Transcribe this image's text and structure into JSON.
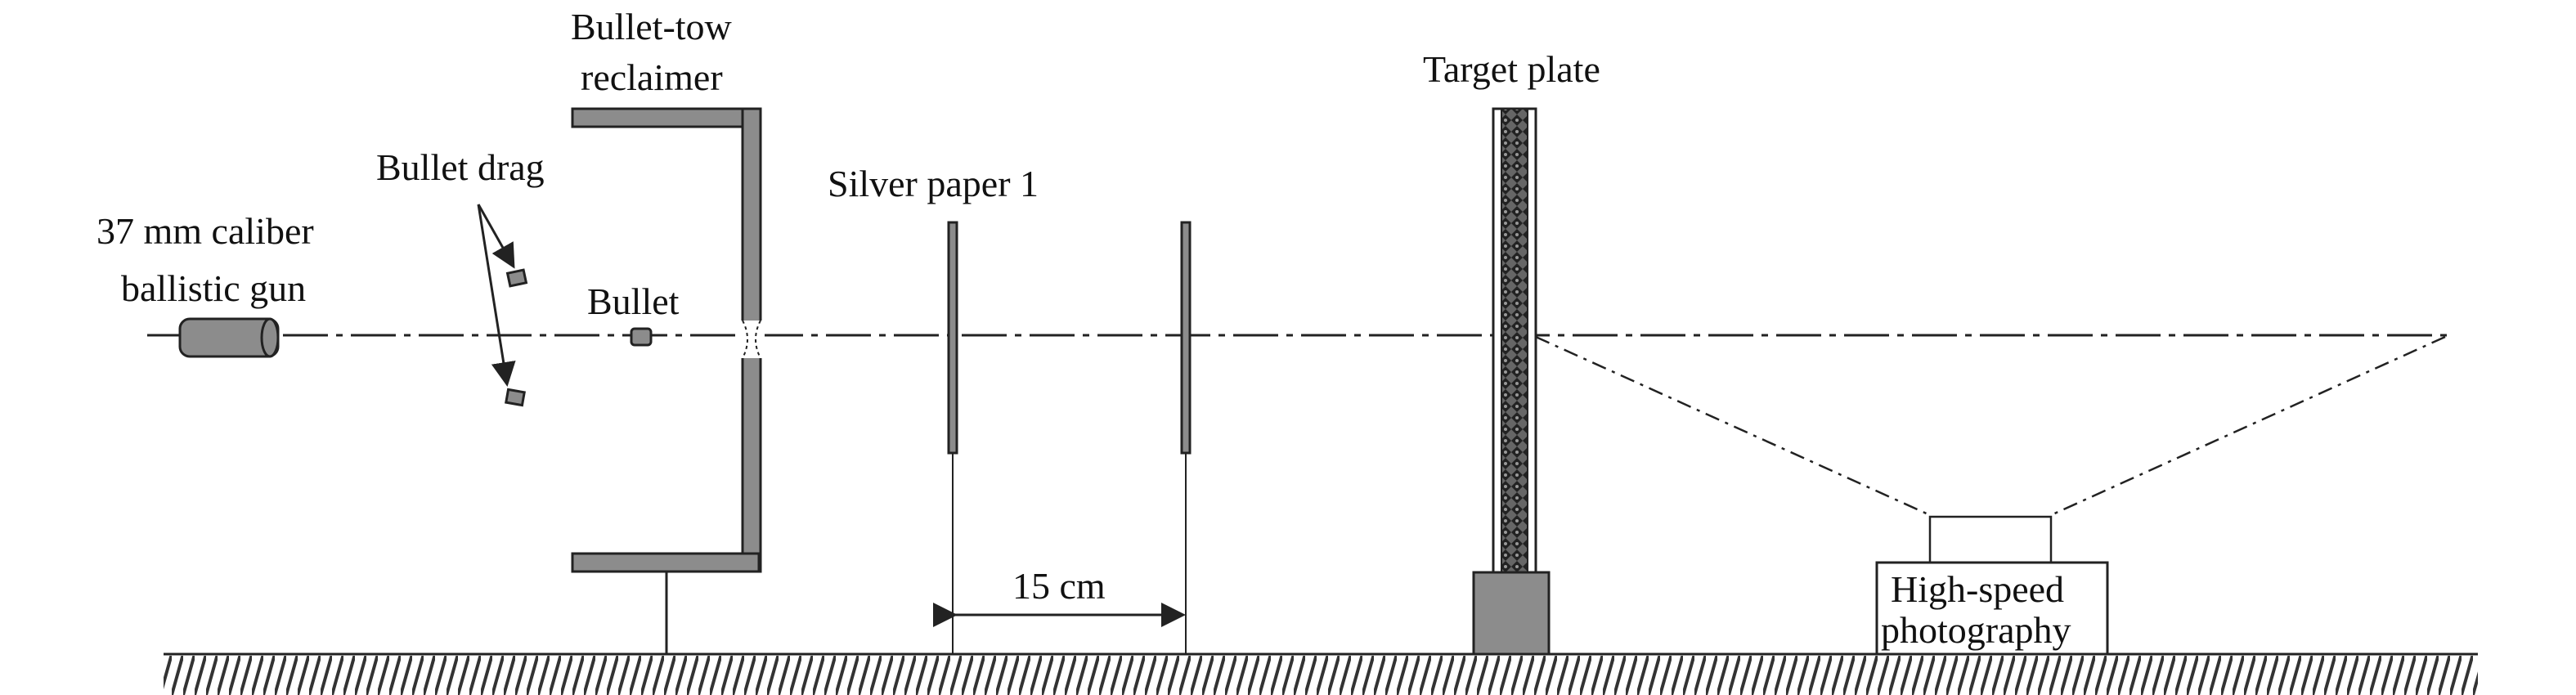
{
  "labels": {
    "gun_line1": "37 mm caliber",
    "gun_line2": "ballistic gun",
    "bullet_drag": "Bullet drag",
    "reclaimer_line1": "Bullet-tow",
    "reclaimer_line2": "reclaimer",
    "bullet": "Bullet",
    "silver_paper": "Silver paper 1",
    "distance": "15 cm",
    "target_plate": "Target plate",
    "camera_line1": "High-speed",
    "camera_line2": "photography"
  },
  "colors": {
    "ink": "#222222",
    "component_fill": "#8c8c8c",
    "ground_hatch": "#333333"
  }
}
